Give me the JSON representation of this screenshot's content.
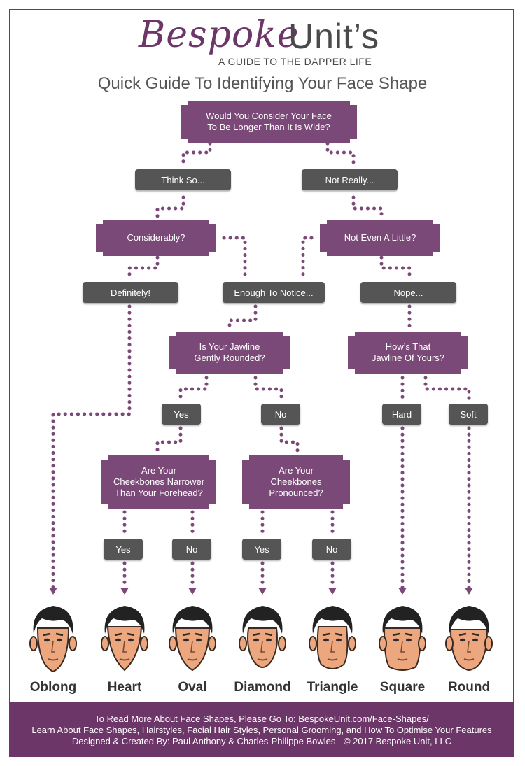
{
  "header": {
    "logo_script": "Bespoke",
    "logo_sans": "Unit’s",
    "tagline": "A GUIDE TO THE DAPPER LIFE",
    "title": "Quick Guide To Identifying Your Face Shape"
  },
  "questions": {
    "q_longer": "Would You Consider Your Face\nTo Be Longer Than It Is Wide?",
    "q_considerably": "Considerably?",
    "q_not_even": "Not Even A Little?",
    "q_jawline_rounded": "Is Your Jawline\nGently Rounded?",
    "q_jawline_yours": "How’s That\nJawline Of Yours?",
    "q_cheek_narrower": "Are Your\nCheekbones Narrower\nThan Your Forehead?",
    "q_cheek_pronounced": "Are Your\nCheekbones\nPronounced?"
  },
  "answers": {
    "think_so": "Think So...",
    "not_really": "Not Really...",
    "definitely": "Definitely!",
    "enough_notice": "Enough To Notice...",
    "nope": "Nope...",
    "yes1": "Yes",
    "no1": "No",
    "hard": "Hard",
    "soft": "Soft",
    "yes2": "Yes",
    "no2": "No",
    "yes3": "Yes",
    "no3": "No"
  },
  "faces": [
    "Oblong",
    "Heart",
    "Oval",
    "Diamond",
    "Triangle",
    "Square",
    "Round"
  ],
  "footer": {
    "line1": "To Read More About Face Shapes, Please Go To: BespokeUnit.com/Face-Shapes/",
    "line2": "Learn About Face Shapes, Hairstyles, Facial Hair Styles, Personal Grooming, and How To Optimise Your Features",
    "line3": "Designed & Created By: Paul Anthony & Charles-Philippe Bowles - © 2017 Bespoke Unit, LLC"
  },
  "colors": {
    "purple": "#7b4978",
    "gray": "#555555",
    "dot": "#7b4978",
    "skin": "#eda77f",
    "hair": "#222222"
  }
}
